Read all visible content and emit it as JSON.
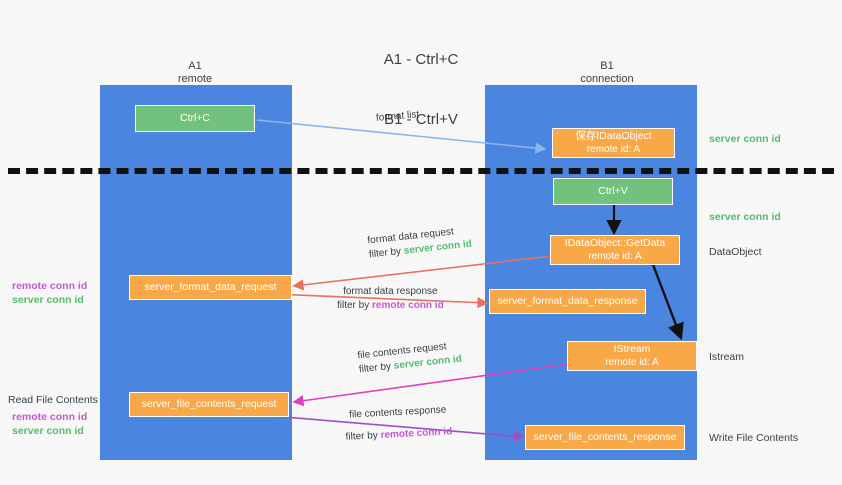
{
  "title": {
    "line1": "A1 - Ctrl+C",
    "line2": "B1 - Ctrl+V"
  },
  "lanes": [
    {
      "name": "A1",
      "sub": "remote"
    },
    {
      "name": "B1",
      "sub": "connection"
    }
  ],
  "colors": {
    "lane": "#4a86e0",
    "node_orange": "#f9a847",
    "node_green": "#72c17d",
    "server_conn": "#57bb6e",
    "remote_conn": "#c45ad0",
    "text": "#3c4043",
    "arrow_blue": "#8ab6ec",
    "arrow_red": "#e8705f",
    "arrow_magenta": "#e040c0",
    "arrow_purple": "#9b51c4",
    "arrow_black": "#111111",
    "divider": "#111111",
    "background": "#f7f7f7"
  },
  "nodes": {
    "ctrl_c": {
      "label": "Ctrl+C"
    },
    "ctrl_v": {
      "label": "Ctrl+V"
    },
    "idataobject": {
      "line1": "保存IDataObject",
      "line2": "remote id: A"
    },
    "getdata": {
      "line1": "IDataObject::GetData",
      "line2": "remote id: A"
    },
    "istream": {
      "line1": "IStream",
      "line2": "remote id: A"
    },
    "fmt_req": {
      "label": "server_format_data_request"
    },
    "fmt_resp": {
      "label": "server_format_data_response"
    },
    "file_req": {
      "label": "server_file_contents_request"
    },
    "file_resp": {
      "label": "server_file_contents_response"
    }
  },
  "edges": {
    "format_list": {
      "label": "format list"
    },
    "fmt_data_request": {
      "line1": "format data request",
      "prefix": "filter by ",
      "key": "server conn id",
      "key_color": "server"
    },
    "fmt_data_response": {
      "line1": "format data response",
      "prefix": "filter by ",
      "key": "remote conn id",
      "key_color": "remote"
    },
    "file_contents_request": {
      "line1": "file contents request",
      "prefix": "filter by ",
      "key": "server conn id",
      "key_color": "server"
    },
    "file_contents_response": {
      "line1": "file contents response",
      "prefix": "filter by ",
      "key": "remote conn id",
      "key_color": "remote"
    }
  },
  "right_labels": {
    "server_conn_top": "server conn id",
    "server_conn_mid": "server conn id",
    "dataobject": "DataObject",
    "istream": "Istream",
    "write_file_contents": "Write File Contents"
  },
  "left_labels": {
    "remote_conn_1": "remote conn id",
    "server_conn_1": "server conn id",
    "read_file_contents": "Read File Contents",
    "remote_conn_2": "remote conn id",
    "server_conn_2": "server conn id"
  }
}
